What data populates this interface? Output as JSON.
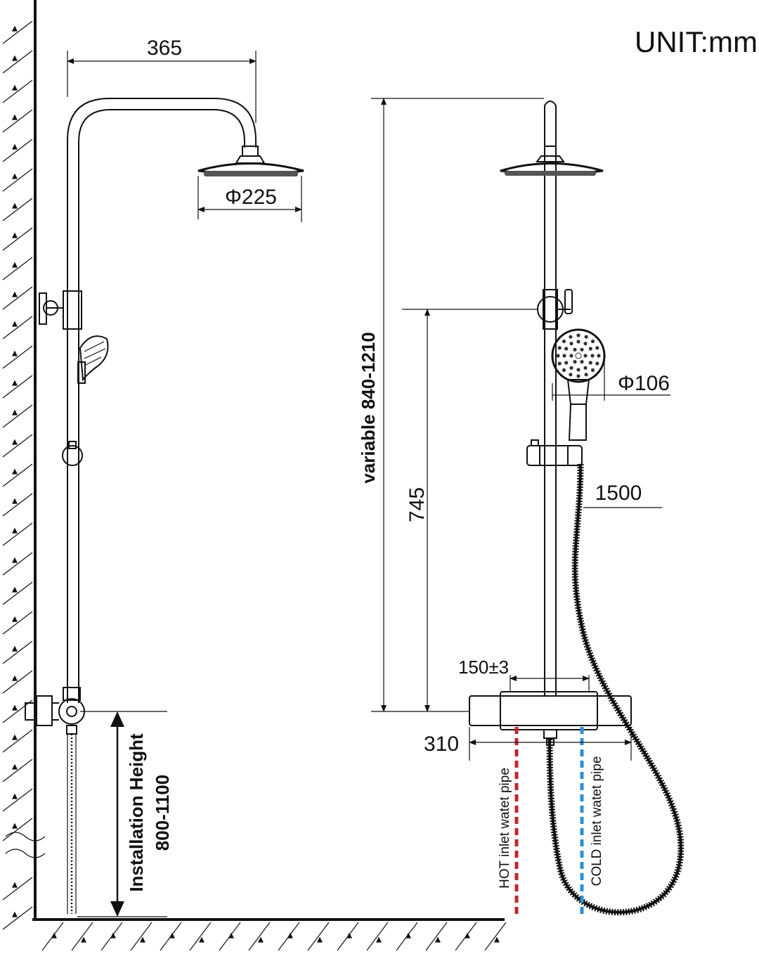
{
  "unit_label": "UNIT:mm",
  "dimensions": {
    "arm_reach": "365",
    "head_diameter": "Φ225",
    "hand_shower_diameter": "Φ106",
    "adjustable_height": "variable 840-1210",
    "bracket_height": "745",
    "hose_length": "1500",
    "inlet_spacing": "150±3",
    "mixer_width": "310",
    "installation_height_title": "Installation Height",
    "installation_height_range": "800-1100"
  },
  "pipes": {
    "hot": {
      "label": "HOT inlet watet pipe",
      "color": "#c0262d"
    },
    "cold": {
      "label": "COLD inlet watet pipe",
      "color": "#2e8fd6"
    }
  }
}
